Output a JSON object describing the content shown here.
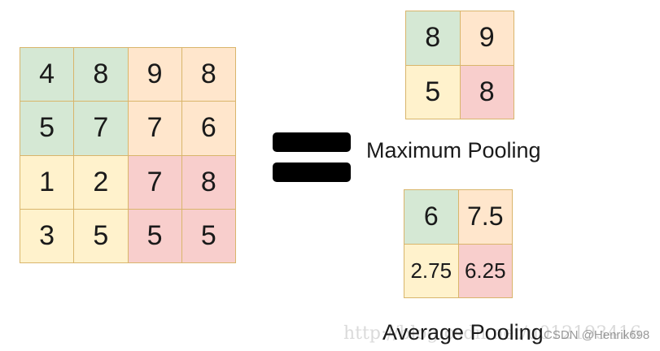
{
  "input_matrix": {
    "cells": [
      {
        "value": "4",
        "color": "#d5e8d4"
      },
      {
        "value": "8",
        "color": "#d5e8d4"
      },
      {
        "value": "9",
        "color": "#ffe6cc"
      },
      {
        "value": "8",
        "color": "#ffe6cc"
      },
      {
        "value": "5",
        "color": "#d5e8d4"
      },
      {
        "value": "7",
        "color": "#d5e8d4"
      },
      {
        "value": "7",
        "color": "#ffe6cc"
      },
      {
        "value": "6",
        "color": "#ffe6cc"
      },
      {
        "value": "1",
        "color": "#fff2cc"
      },
      {
        "value": "2",
        "color": "#fff2cc"
      },
      {
        "value": "7",
        "color": "#f8cecc"
      },
      {
        "value": "8",
        "color": "#f8cecc"
      },
      {
        "value": "3",
        "color": "#fff2cc"
      },
      {
        "value": "5",
        "color": "#fff2cc"
      },
      {
        "value": "5",
        "color": "#f8cecc"
      },
      {
        "value": "5",
        "color": "#f8cecc"
      }
    ]
  },
  "max_pooling": {
    "label": "Maximum Pooling",
    "cells": [
      {
        "value": "8",
        "color": "#d5e8d4"
      },
      {
        "value": "9",
        "color": "#ffe6cc"
      },
      {
        "value": "5",
        "color": "#fff2cc"
      },
      {
        "value": "8",
        "color": "#f8cecc"
      }
    ]
  },
  "average_pooling": {
    "label": "Average Pooling",
    "cells": [
      {
        "value": "6",
        "color": "#d5e8d4"
      },
      {
        "value": "7.5",
        "color": "#ffe6cc"
      },
      {
        "value": "2.75",
        "color": "#fff2cc"
      },
      {
        "value": "6.25",
        "color": "#f8cecc"
      }
    ]
  },
  "watermarks": {
    "url_text": "http://blog.csdn.net/u012193416",
    "csdn_text": "CSDN @Henrik698"
  }
}
